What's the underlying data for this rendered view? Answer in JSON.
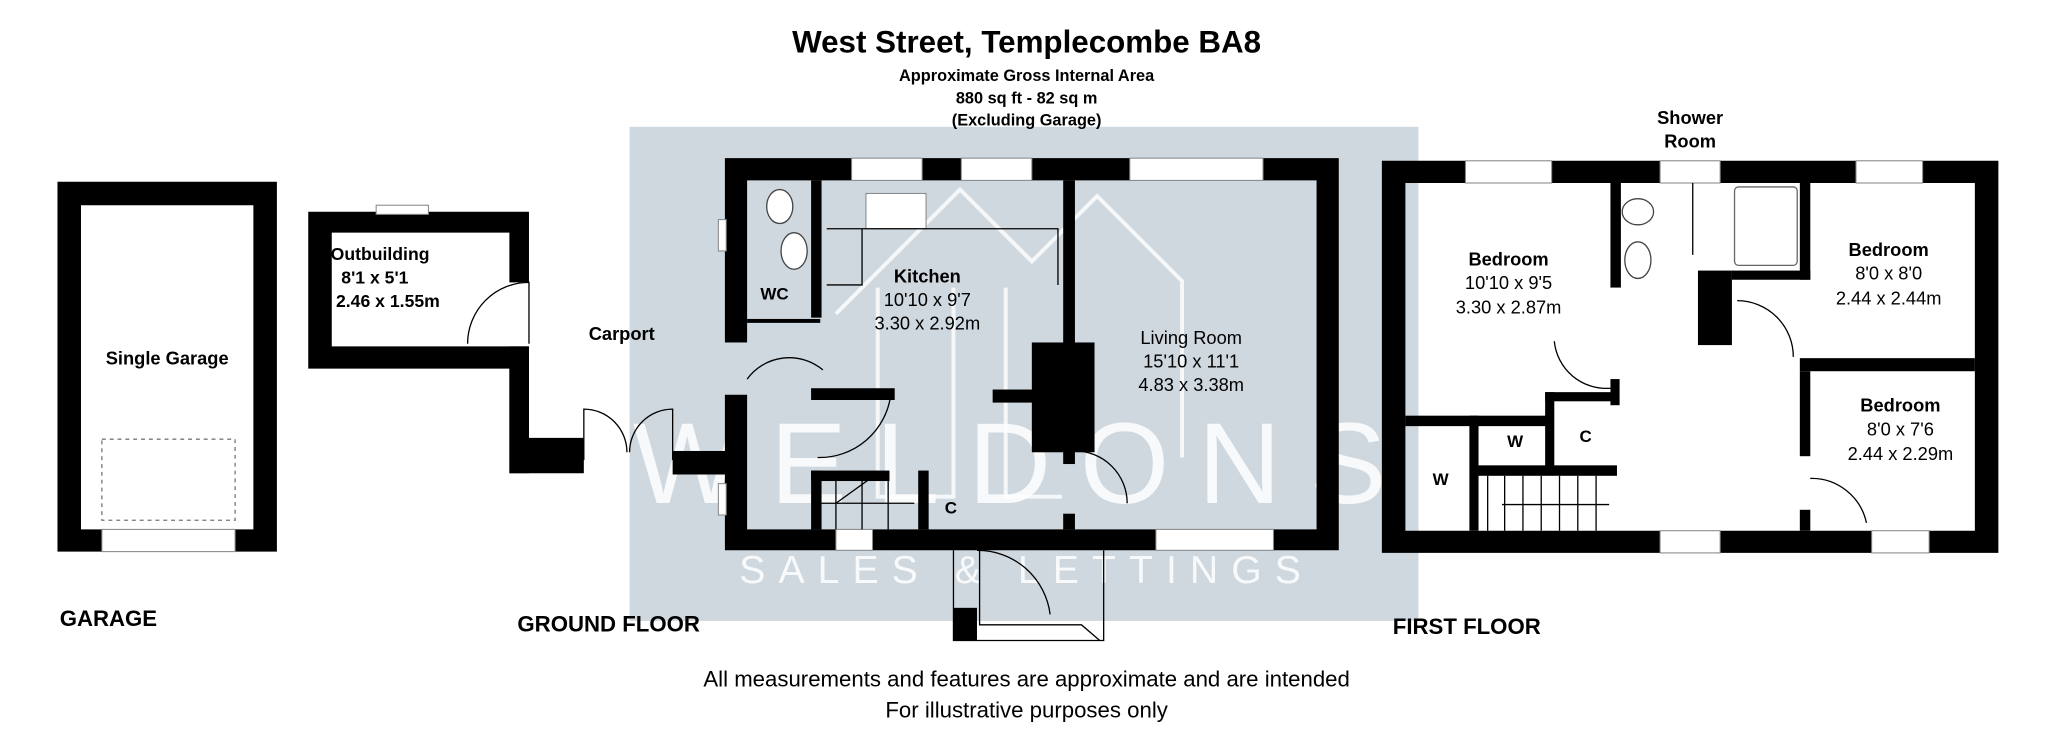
{
  "header": {
    "title": "West Street, Templecombe BA8",
    "subtitle": "Approximate Gross Internal Area",
    "area": "880 sq ft - 82 sq m",
    "note": "(Excluding Garage)"
  },
  "watermark": {
    "brand": "WELDONS",
    "tagline": "SALES & LETTINGS"
  },
  "garage": {
    "floor_label": "GARAGE",
    "rooms": [
      {
        "name": "Single Garage"
      }
    ]
  },
  "ground_floor": {
    "floor_label": "GROUND FLOOR",
    "carport": "Carport",
    "rooms": [
      {
        "name": "Outbuilding",
        "imperial": "8'1 x 5'1",
        "metric": "2.46 x 1.55m"
      },
      {
        "name": "Kitchen",
        "imperial": "10'10 x 9'7",
        "metric": "3.30 x 2.92m"
      },
      {
        "name": "Living Room",
        "imperial": "15'10 x 11'1",
        "metric": "4.83 x 3.38m"
      },
      {
        "name": "WC"
      },
      {
        "name": "C"
      }
    ]
  },
  "first_floor": {
    "floor_label": "FIRST FLOOR",
    "shower_room": [
      "Shower",
      "Room"
    ],
    "rooms": [
      {
        "name": "Bedroom",
        "imperial": "10'10 x 9'5",
        "metric": "3.30 x 2.87m"
      },
      {
        "name": "Bedroom",
        "imperial": "8'0 x 8'0",
        "metric": "2.44 x 2.44m"
      },
      {
        "name": "Bedroom",
        "imperial": "8'0 x 7'6",
        "metric": "2.44 x 2.29m"
      },
      {
        "name": "W"
      },
      {
        "name": "W"
      },
      {
        "name": "C"
      }
    ]
  },
  "footer": {
    "line1": "All measurements and features are approximate and are intended",
    "line2": "For illustrative purposes only"
  }
}
